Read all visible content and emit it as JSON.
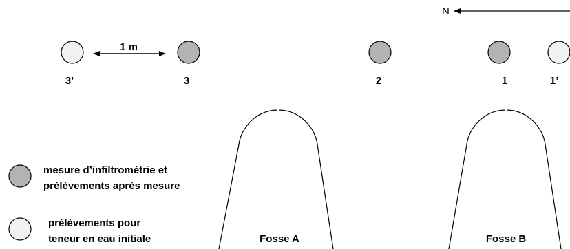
{
  "compass": {
    "label": "N",
    "icon": "arrow-left-icon"
  },
  "scale": {
    "label": "1 m",
    "icon": "double-arrow-icon"
  },
  "points": [
    {
      "id": "3'",
      "label": "3’",
      "type": "initial"
    },
    {
      "id": "3",
      "label": "3",
      "type": "measure"
    },
    {
      "id": "2",
      "label": "2",
      "type": "measure"
    },
    {
      "id": "1",
      "label": "1",
      "type": "measure"
    },
    {
      "id": "1'",
      "label": "1’",
      "type": "initial"
    }
  ],
  "pits": [
    {
      "label": "Fosse A"
    },
    {
      "label": "Fosse B"
    }
  ],
  "legend": [
    {
      "type": "measure",
      "lines": [
        "mesure d’infiltrométrie et",
        "prélèvements après mesure"
      ]
    },
    {
      "type": "initial",
      "lines": [
        "prélèvements pour",
        "teneur en eau initiale"
      ]
    }
  ],
  "colors": {
    "measure_fill": "#b3b3b3",
    "initial_fill": "#f2f2f2",
    "stroke": "#000000"
  }
}
